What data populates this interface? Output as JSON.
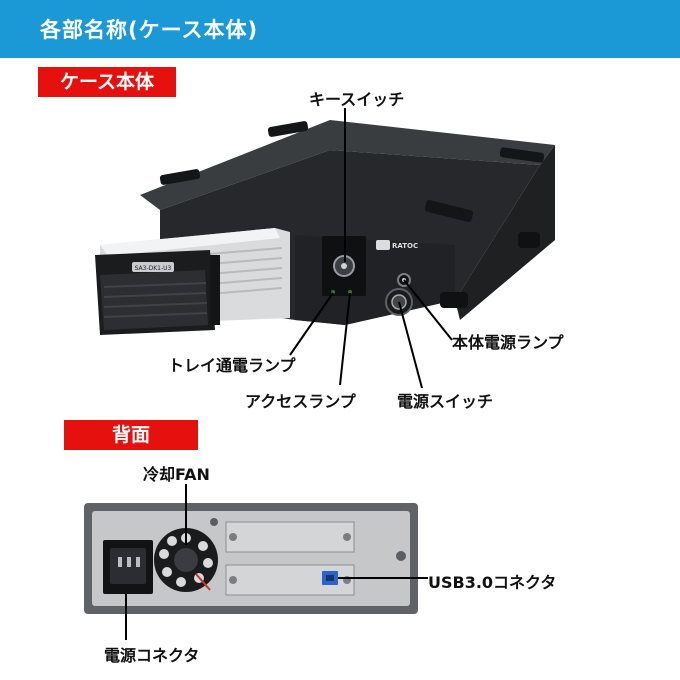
{
  "header": {
    "title": "各部名称(ケース本体)"
  },
  "sections": {
    "case_body": "ケース本体",
    "back": "背面"
  },
  "device": {
    "brand": "RATOC",
    "tray_text": "SA3-DK1-U3"
  },
  "callouts": {
    "key_switch": "キースイッチ",
    "main_power_lamp": "本体電源ランプ",
    "tray_power_lamp": "トレイ通電ランプ",
    "access_lamp": "アクセスランプ",
    "power_switch": "電源スイッチ",
    "cooling_fan": "冷却FAN",
    "usb_connector": "USB3.0コネクタ",
    "power_connector": "電源コネクタ"
  },
  "colors": {
    "header": "#1a99d6",
    "tag": "#e4110f",
    "usb_port": "#2a63c9"
  }
}
